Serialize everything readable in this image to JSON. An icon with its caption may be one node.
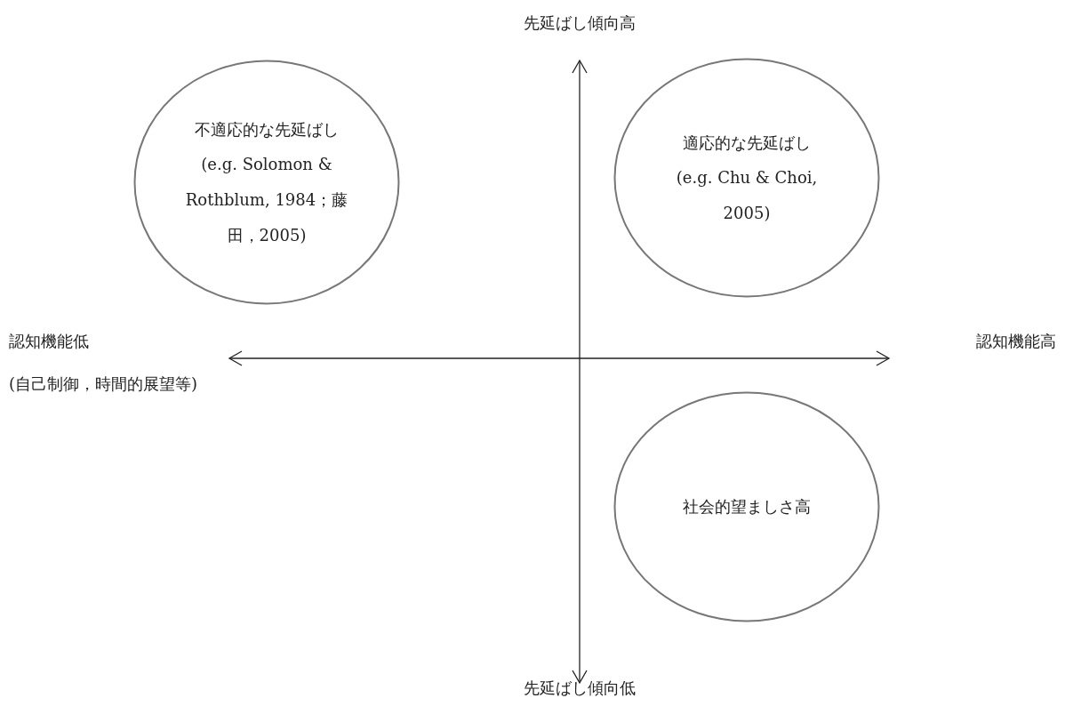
{
  "diagram": {
    "nodes": [
      {
        "text": [
          "不適応的な先延ばし",
          "(e.g. Solomon & Rothblum, 1984；藤田，2005)"
        ]
      },
      {
        "text": [
          "適応的な先延ばし",
          "(e.g. Chu & Choi, 2005)"
        ]
      },
      {
        "text": [
          "社会的望ましさ高"
        ]
      }
    ],
    "edges": [],
    "labels": [
      "先延ばし傾向高",
      "認知機能低",
      "(自己制御，時間的展望等)",
      "認知機能高",
      "先延ばし傾向低"
    ]
  }
}
